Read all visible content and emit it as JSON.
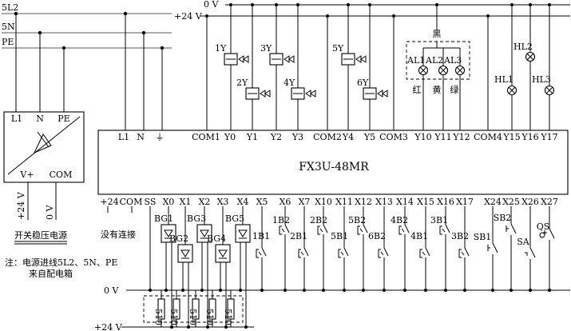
{
  "power": {
    "phase": "5L2",
    "neutral": "5N",
    "earth": "PE",
    "zero": "0 V",
    "plus24": "+24 V"
  },
  "psu": {
    "l1": "L1",
    "n": "N",
    "pe": "PE",
    "vplus": "V+",
    "com": "COM",
    "out24": "+24 V",
    "out0": "0 V",
    "title": "开关稳压电源"
  },
  "note": {
    "line1": "注：电源进线5L2、5N、PE",
    "line2": "来自配电箱"
  },
  "plc": {
    "model": "FX3U-48MR",
    "top_terminals": [
      "L1",
      "N",
      "⏚",
      "COM1",
      "Y0",
      "Y1",
      "Y2",
      "Y3",
      "COM2",
      "Y4",
      "Y5",
      "COM3",
      "Y10",
      "Y11",
      "Y12",
      "COM4",
      "Y15",
      "Y16",
      "Y17"
    ],
    "bottom_terminals": [
      "+24",
      "COM",
      "SS",
      "X0",
      "X1",
      "X2",
      "X3",
      "X4",
      "X5",
      "X6",
      "X7",
      "X10",
      "X11",
      "X12",
      "X13",
      "X14",
      "X15",
      "X16",
      "X17",
      "X24",
      "X25",
      "X26",
      "X27"
    ]
  },
  "outputs": {
    "valves": [
      "1Y",
      "2Y",
      "3Y",
      "4Y",
      "5Y",
      "6Y"
    ],
    "lamps": [
      "AL1",
      "AL2",
      "AL3",
      "HL1",
      "HL2",
      "HL3"
    ],
    "black": "黑",
    "colors": [
      "红",
      "黄",
      "绿"
    ]
  },
  "inputs": {
    "no_connect": "没有连接",
    "sensors": [
      "BG1",
      "BG2",
      "BG3",
      "BG4",
      "BG5",
      "1B1",
      "1B2",
      "2B1",
      "2B2",
      "5B1",
      "5B2",
      "6B2",
      "4B2",
      "4B1",
      "3B1",
      "3B2"
    ],
    "switches": [
      "SB1",
      "SB2",
      "SA",
      "QS"
    ],
    "resistors": [
      "510",
      "510",
      "510",
      "510",
      "510"
    ],
    "zero": "0 V",
    "plus24": "+24 V"
  }
}
